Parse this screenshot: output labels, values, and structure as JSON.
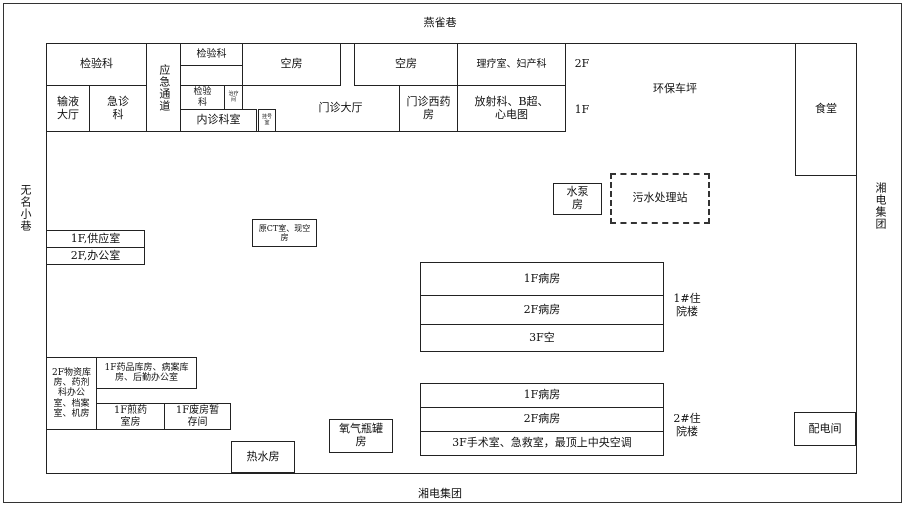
{
  "roads": {
    "top": "燕雀巷",
    "left": "无名小巷",
    "right": "湘电集团",
    "bottom": "湘电集团"
  },
  "floor_labels": {
    "second": "2F",
    "first": "1F"
  },
  "areas": {
    "eco_parking": "环保车坪"
  },
  "rooms": {
    "lab": "检验科",
    "emergency_passage": "应急通道",
    "lab_small_top": "检验科",
    "empty_room_1": "空房",
    "empty_room_2": "空房",
    "physio_obgyn": "理疗室、妇产科",
    "infusion_hall": "输液大厅",
    "emergency_dept": "急诊科",
    "lab_small_bottom": "检验科",
    "tiny_room_1": "治疗间",
    "inpatient_dept": "内诊科室",
    "tiny_room_2": "挂号室",
    "outpatient_hall": "门诊大厅",
    "outpatient_pharmacy": "门诊西药房",
    "radiology": "放射科、B超、心电图",
    "canteen": "食堂",
    "water_pump": "水泵房",
    "sewage": "污水处理站",
    "former_ct": "原CT室、现空房",
    "supply_room": "1F,供应室",
    "office_room": "2F,办公室",
    "ward1_1f": "1F病房",
    "ward1_2f": "2F病房",
    "ward1_3f": "3F空",
    "building1": "1#住院楼",
    "materials": "2F物资库房、药剂科办公室、档案室、机房",
    "drug_storage": "1F药品库房、病案库房、后勤办公室",
    "chinese_pharmacy": "1F煎药室房",
    "waste_storage": "1F废房暂存间",
    "oxygen": "氧气瓶罐房",
    "hot_water": "热水房",
    "ward2_1f": "1F病房",
    "ward2_2f": "2F病房",
    "ward2_3f": "3F手术室、急救室，最顶上中央空调",
    "building2": "2#住院楼",
    "power_room": "配电间"
  }
}
